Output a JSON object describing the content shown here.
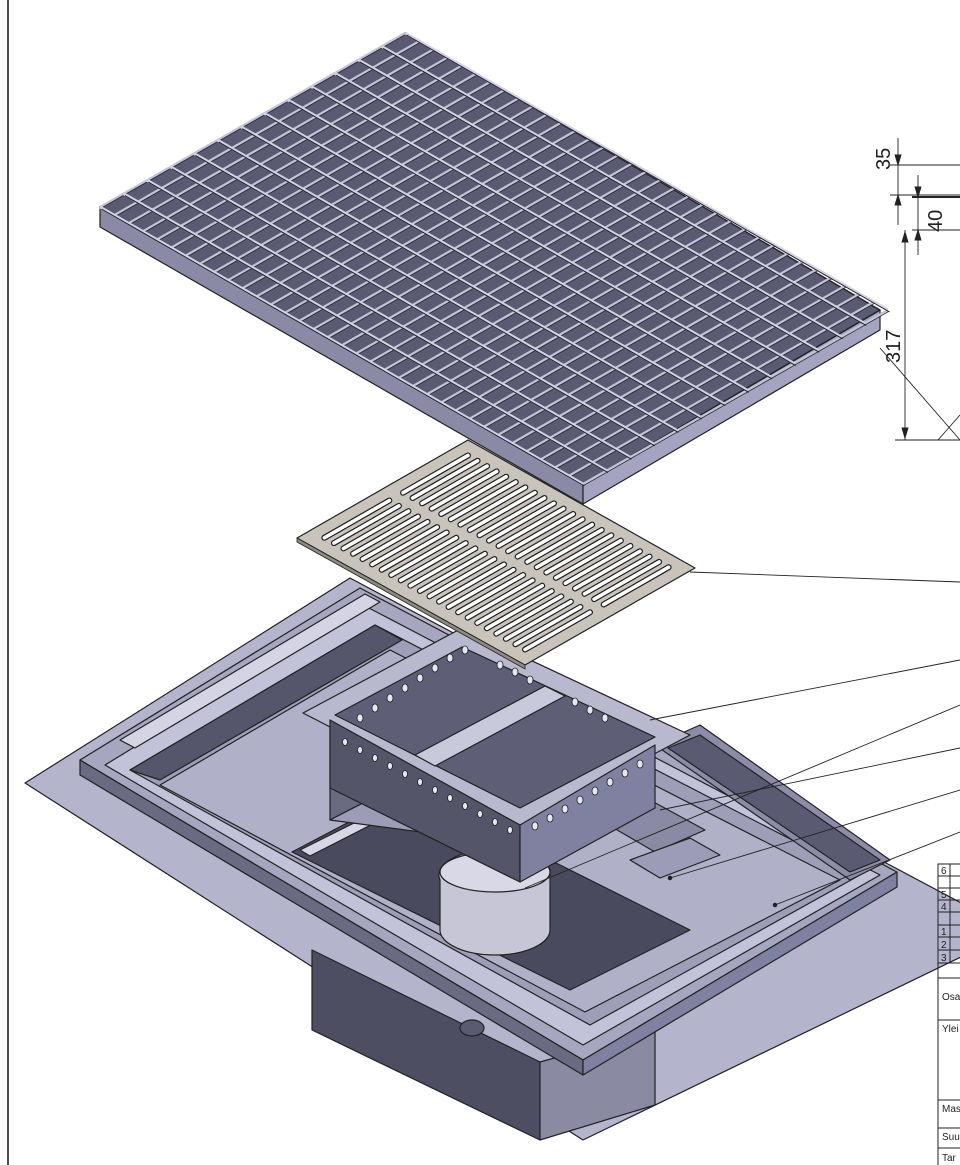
{
  "dimensions": {
    "d1": "35",
    "d2": "40",
    "d3": "317"
  },
  "title_block": {
    "rows": [
      "6",
      "5",
      "4",
      "1",
      "2",
      "3"
    ],
    "labels": [
      "Osa",
      "Ylei",
      "Mas",
      "Suu",
      "Tar"
    ]
  },
  "colors": {
    "steel_dark": "#6e6e86",
    "steel_mid": "#9a9ab4",
    "steel_light": "#b9b9d2",
    "plate": "#c8c4bc",
    "line": "#1c1c1c"
  }
}
